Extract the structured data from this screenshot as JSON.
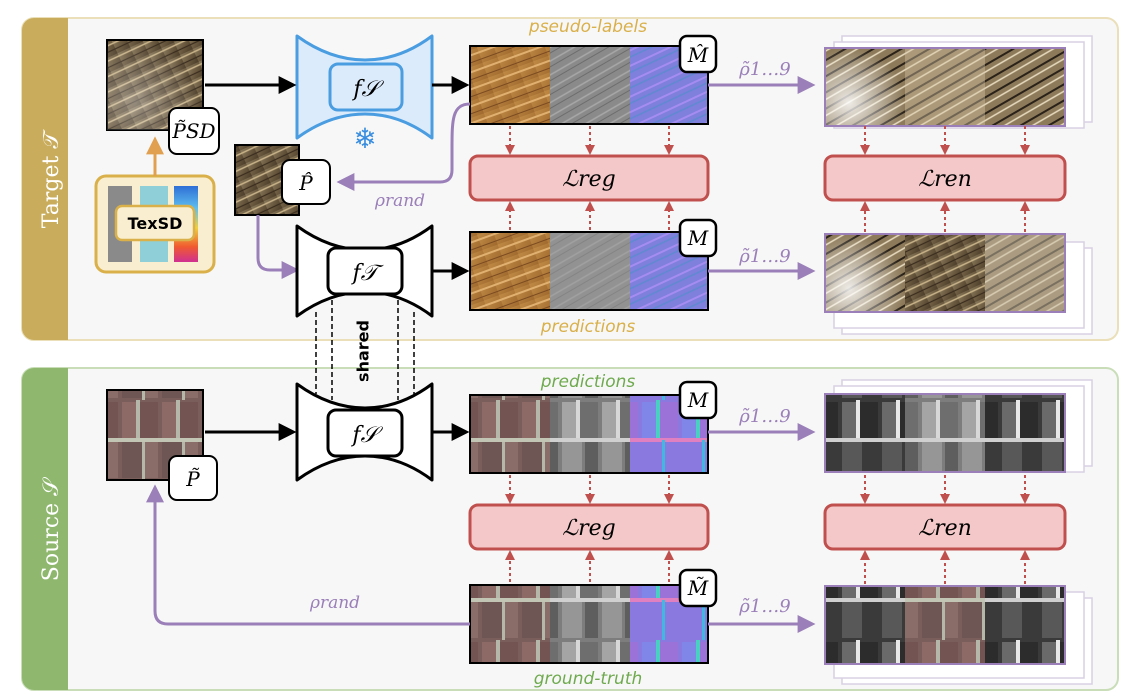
{
  "panels": {
    "target": {
      "label": "Target 𝒯",
      "bg": "#f7f7f7",
      "border": "#eadfb8",
      "tab": "#c9ad5d"
    },
    "source": {
      "label": "Source 𝒮",
      "bg": "#f7f7f7",
      "border": "#c9deb8",
      "tab": "#8fb86e"
    }
  },
  "labels": {
    "pseudo_labels": "pseudo-labels",
    "predictions_target": "predictions",
    "predictions_source": "predictions",
    "ground_truth": "ground-truth",
    "shared": "shared",
    "texsd": "TexSD"
  },
  "math": {
    "p_sd": "P̃SD",
    "p_hat": "P̂",
    "p_tilde": "P̃",
    "m_hat": "M̂",
    "m_target": "M",
    "m_source": "M",
    "m_tilde": "M̃",
    "f_s_top": "f𝒮",
    "f_t": "f𝒯",
    "f_s_bottom": "f𝒮",
    "rho_rand_top": "ρrand",
    "rho_rand_bottom": "ρrand",
    "rho_19": "ρ̃1…9",
    "l_reg": "ℒreg",
    "l_ren": "ℒren"
  },
  "colors": {
    "frozen_net": "#4a9de0",
    "frozen_fill": "#dcebfb",
    "loss_fill": "#f4c8c8",
    "loss_border": "#c0504d",
    "purple": "#9a7fb8",
    "gold": "#d9b04a",
    "green": "#6faa4f",
    "arrow": "#000000"
  }
}
